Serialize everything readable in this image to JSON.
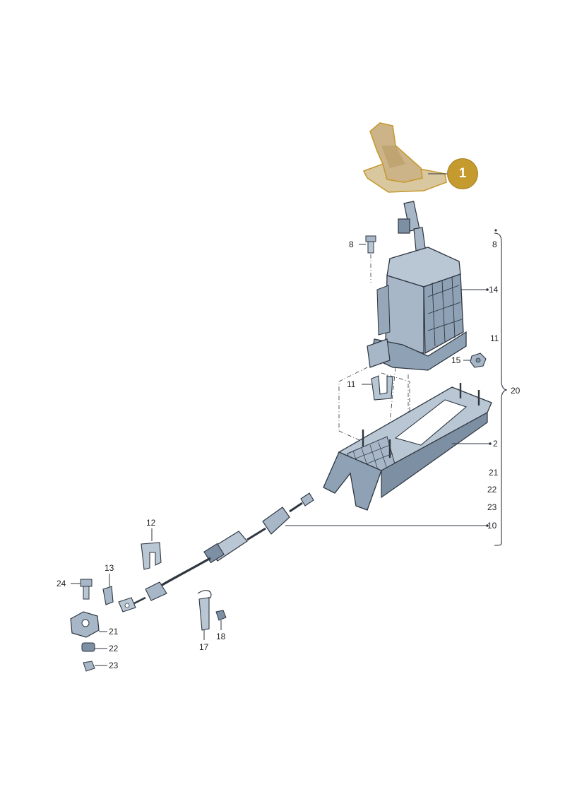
{
  "highlight_color": "#c59a2e",
  "highlight_fill": "#d9c7a0",
  "part_fill": "#a7b7c8",
  "part_shade": "#7d8fa3",
  "outline_color": "#2e3640",
  "callouts": {
    "badge": "1",
    "p8_left": "8",
    "p8_right": "8",
    "p14": "14",
    "p11_right": "11",
    "p15": "15",
    "p20": "20",
    "p11_left": "11",
    "p2": "2",
    "p21_right": "21",
    "p22_right": "22",
    "p23_right": "23",
    "p10": "10",
    "p12": "12",
    "p13": "13",
    "p24": "24",
    "p21_left": "21",
    "p22_left": "22",
    "p23_left": "23",
    "p17": "17",
    "p18": "18"
  }
}
